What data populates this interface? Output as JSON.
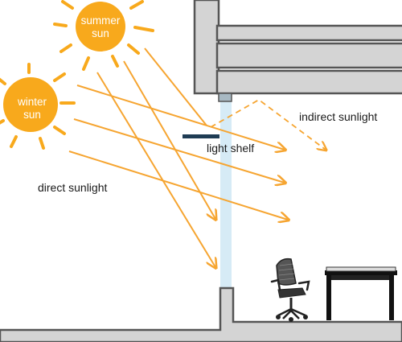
{
  "labels": {
    "summer_sun_line1": "summer",
    "summer_sun_line2": "sun",
    "winter_sun_line1": "winter",
    "winter_sun_line2": "sun",
    "direct_sunlight": "direct sunlight",
    "indirect_sunlight": "indirect sunlight",
    "light_shelf": "light shelf"
  },
  "colors": {
    "sun": "#f8a91c",
    "ray": "#f6a531",
    "window_glass": "#cfe6f3",
    "building_fill": "#d3d3d3",
    "building_stroke": "#555555",
    "light_shelf": "#1f3c54"
  }
}
